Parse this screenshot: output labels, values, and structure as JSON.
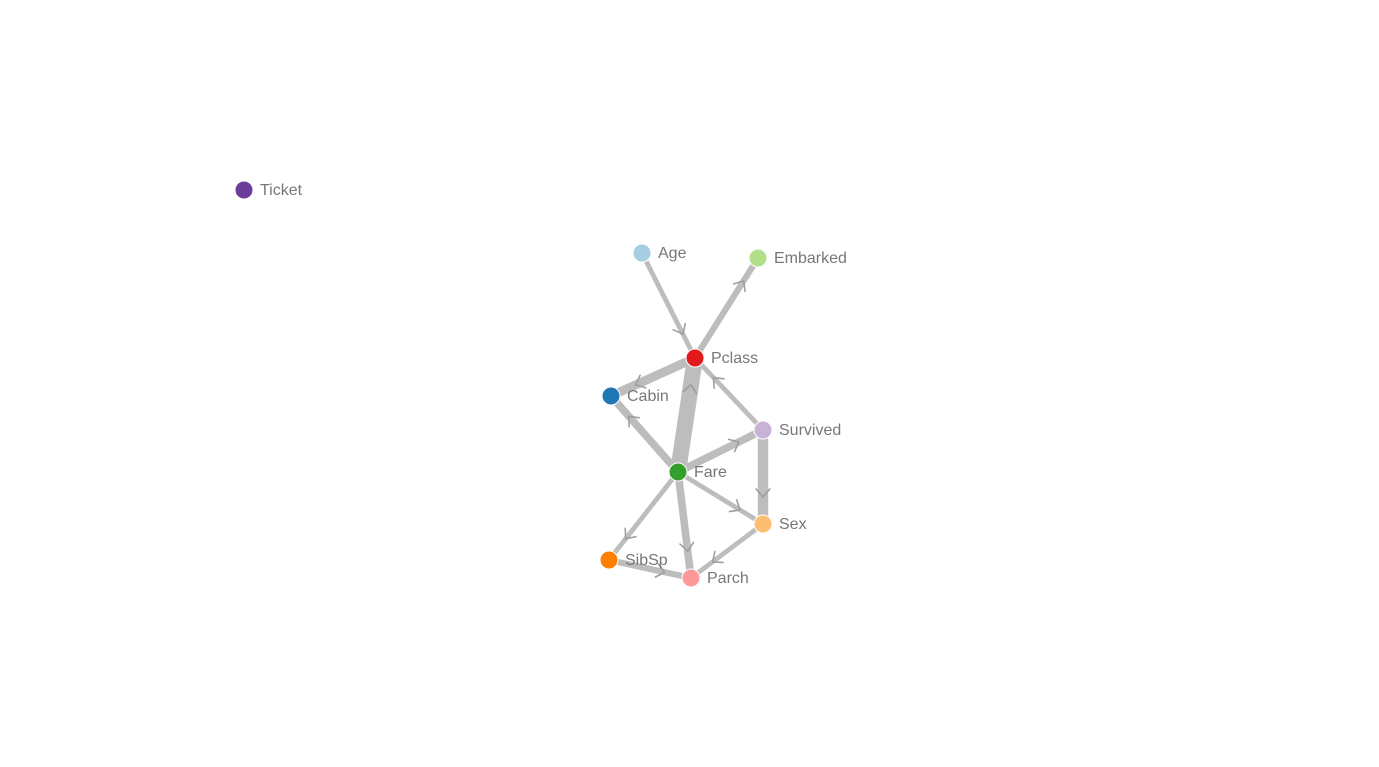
{
  "graph": {
    "edge_color": "#bdbdbd",
    "arrow_color": "#9e9e9e",
    "nodes": [
      {
        "id": "ticket",
        "label": "Ticket",
        "color": "#6a3d9a"
      },
      {
        "id": "age",
        "label": "Age",
        "color": "#a6cee3"
      },
      {
        "id": "embarked",
        "label": "Embarked",
        "color": "#b2df8a"
      },
      {
        "id": "pclass",
        "label": "Pclass",
        "color": "#e31a1c"
      },
      {
        "id": "cabin",
        "label": "Cabin",
        "color": "#1f78b4"
      },
      {
        "id": "survived",
        "label": "Survived",
        "color": "#cab2d6"
      },
      {
        "id": "fare",
        "label": "Fare",
        "color": "#33a02c"
      },
      {
        "id": "sex",
        "label": "Sex",
        "color": "#fdbf6f"
      },
      {
        "id": "sibsp",
        "label": "SibSp",
        "color": "#ff7f00"
      },
      {
        "id": "parch",
        "label": "Parch",
        "color": "#fb9a99"
      }
    ],
    "edges": [
      {
        "source": "age",
        "target": "pclass",
        "weight": 2
      },
      {
        "source": "pclass",
        "target": "embarked",
        "weight": 3
      },
      {
        "source": "pclass",
        "target": "cabin",
        "weight": 5
      },
      {
        "source": "fare",
        "target": "pclass",
        "weight": 10
      },
      {
        "source": "survived",
        "target": "pclass",
        "weight": 2
      },
      {
        "source": "fare",
        "target": "cabin",
        "weight": 4
      },
      {
        "source": "fare",
        "target": "survived",
        "weight": 4
      },
      {
        "source": "survived",
        "target": "sex",
        "weight": 6
      },
      {
        "source": "fare",
        "target": "sex",
        "weight": 2
      },
      {
        "source": "fare",
        "target": "sibsp",
        "weight": 2
      },
      {
        "source": "fare",
        "target": "parch",
        "weight": 4
      },
      {
        "source": "sibsp",
        "target": "parch",
        "weight": 3
      },
      {
        "source": "sex",
        "target": "parch",
        "weight": 2
      }
    ]
  }
}
